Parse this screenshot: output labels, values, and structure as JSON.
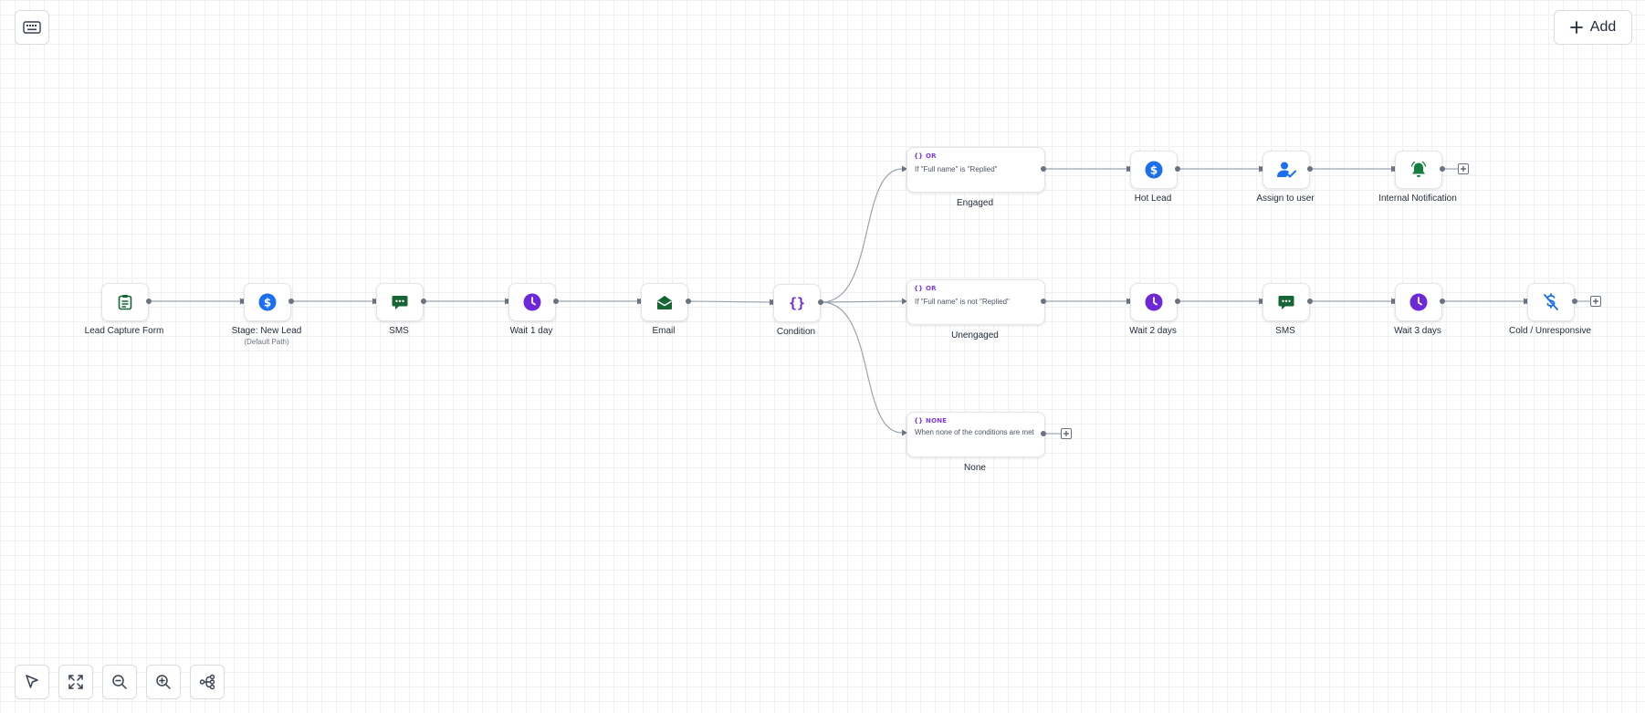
{
  "toolbar": {
    "add_label": "Add",
    "keyboard_icon": "keyboard-icon",
    "bottom_tools": [
      "pointer-icon",
      "fit-view-icon",
      "zoom-out-icon",
      "zoom-in-icon",
      "auto-layout-icon"
    ]
  },
  "main_path": [
    {
      "label": "Lead Capture Form",
      "icon": "clipboard-icon"
    },
    {
      "label": "Stage: New Lead",
      "sublabel": "(Default Path)",
      "icon": "dollar-icon"
    },
    {
      "label": "SMS",
      "icon": "message-icon"
    },
    {
      "label": "Wait 1 day",
      "icon": "clock-icon"
    },
    {
      "label": "Email",
      "icon": "envelope-open-icon"
    },
    {
      "label": "Condition",
      "icon": "braces-icon"
    }
  ],
  "branches": [
    {
      "tag": "OR",
      "text": "If \"Full name\" is \"Replied\"",
      "label": "Engaged",
      "steps": [
        {
          "label": "Hot Lead",
          "icon": "dollar-icon"
        },
        {
          "label": "Assign to user",
          "icon": "assign-user-icon"
        },
        {
          "label": "Internal Notification",
          "icon": "bell-icon"
        }
      ]
    },
    {
      "tag": "OR",
      "text": "If \"Full name\" is not \"Replied\"",
      "label": "Unengaged",
      "steps": [
        {
          "label": "Wait 2 days",
          "icon": "clock-icon"
        },
        {
          "label": "SMS",
          "icon": "message-icon"
        },
        {
          "label": "Wait 3 days",
          "icon": "clock-icon"
        },
        {
          "label": "Cold / Unresponsive",
          "icon": "no-dollar-icon"
        }
      ]
    },
    {
      "tag": "NONE",
      "text": "When none of the conditions are met",
      "label": "None",
      "steps": []
    }
  ],
  "colors": {
    "green": "#166534",
    "blue": "#1d6ff2",
    "purple": "#6d28d9",
    "edge": "#9ca3af"
  }
}
